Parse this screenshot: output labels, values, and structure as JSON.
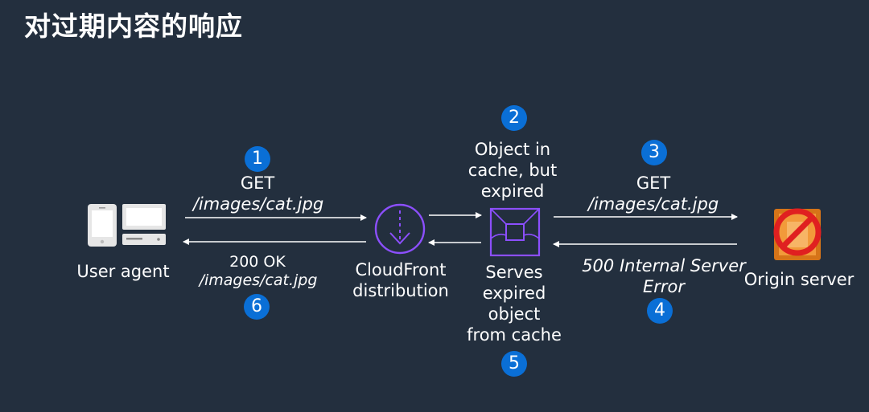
{
  "title": "对过期内容的响应",
  "user_agent": {
    "label": "User agent"
  },
  "cloudfront": {
    "label_line1": "CloudFront",
    "label_line2": "distribution"
  },
  "origin": {
    "label": "Origin server"
  },
  "steps": {
    "s1": {
      "number": "1",
      "line1": "GET",
      "line2": "/images/cat.jpg"
    },
    "s2": {
      "number": "2",
      "line1": "Object in",
      "line2": "cache, but",
      "line3": "expired"
    },
    "s3": {
      "number": "3",
      "line1": "GET",
      "line2": "/images/cat.jpg"
    },
    "s4": {
      "number": "4",
      "line1": "500 Internal Server",
      "line2": "Error"
    },
    "s5": {
      "number": "5",
      "line1": "Serves",
      "line2": "expired",
      "line3": "object",
      "line4": "from cache"
    },
    "s6": {
      "number": "6",
      "line1": "200 OK",
      "line2": "/images/cat.jpg"
    }
  },
  "colors": {
    "background": "#232f3e",
    "badge": "#0a6fd6",
    "cloudfront_purple": "#8c4fff",
    "origin_orange": "#e8821e",
    "prohibited_red": "#e02020"
  },
  "icons": [
    "mobile-phone-icon",
    "desktop-computer-icon",
    "cloudfront-icon",
    "cache-object-icon",
    "origin-server-icon",
    "prohibited-icon"
  ]
}
